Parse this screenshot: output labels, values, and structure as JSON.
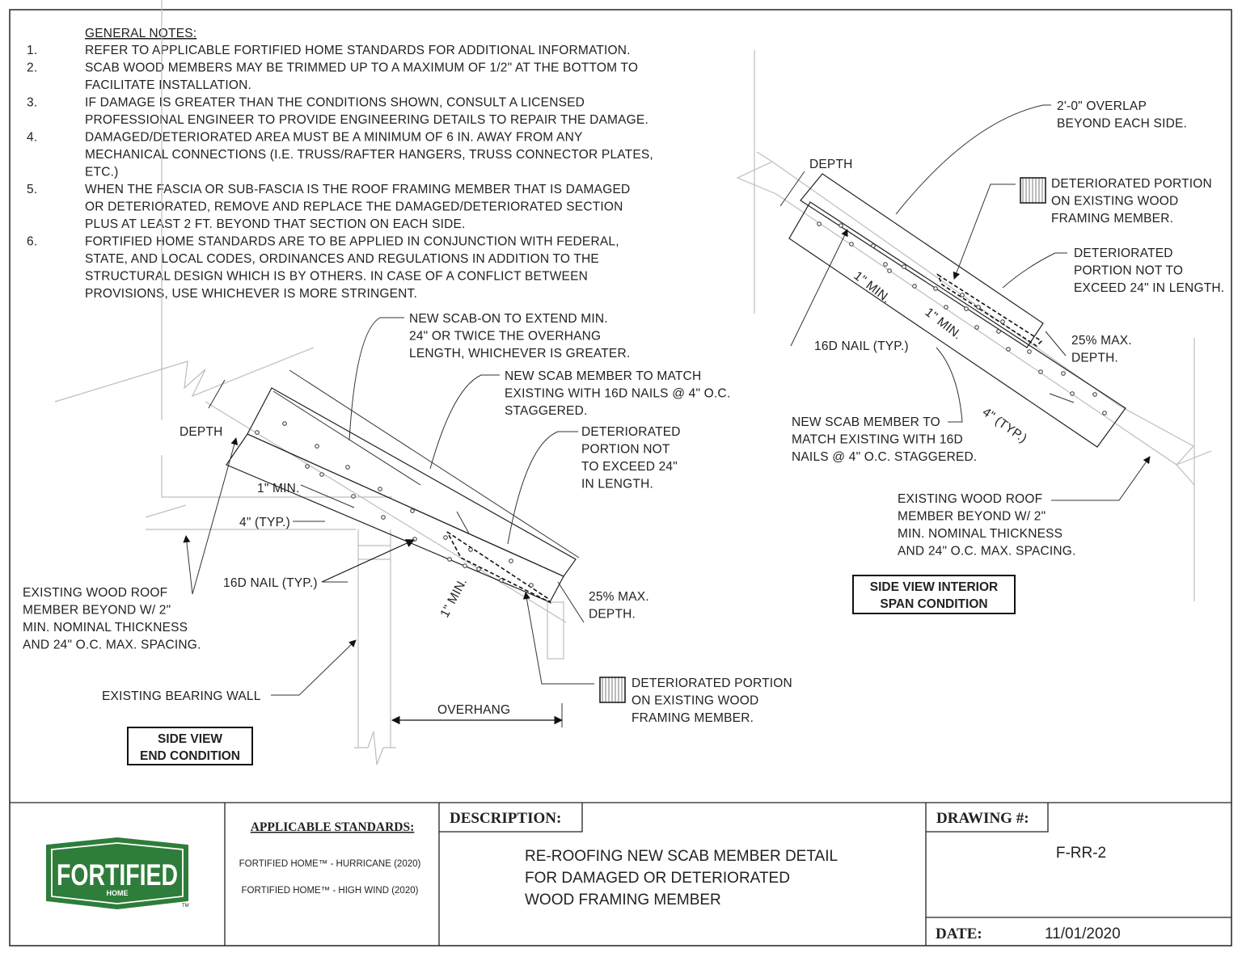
{
  "notes": {
    "title": "GENERAL NOTES:",
    "items": [
      {
        "num": "1.",
        "lines": [
          "REFER TO APPLICABLE FORTIFIED HOME STANDARDS FOR ADDITIONAL INFORMATION."
        ]
      },
      {
        "num": "2.",
        "lines": [
          "SCAB WOOD MEMBERS MAY BE TRIMMED UP TO A MAXIMUM OF 1/2\" AT THE BOTTOM TO",
          "FACILITATE INSTALLATION."
        ]
      },
      {
        "num": "3.",
        "lines": [
          "IF DAMAGE IS GREATER THAN THE CONDITIONS SHOWN, CONSULT A LICENSED",
          "PROFESSIONAL ENGINEER TO PROVIDE ENGINEERING DETAILS TO REPAIR THE DAMAGE."
        ]
      },
      {
        "num": "4.",
        "lines": [
          "DAMAGED/DETERIORATED AREA MUST BE A MINIMUM OF 6 IN. AWAY FROM ANY",
          "MECHANICAL CONNECTIONS (I.E. TRUSS/RAFTER HANGERS, TRUSS CONNECTOR PLATES,",
          "ETC.)"
        ]
      },
      {
        "num": "5.",
        "lines": [
          "WHEN THE FASCIA OR SUB-FASCIA IS THE ROOF FRAMING MEMBER THAT IS DAMAGED",
          "OR DETERIORATED, REMOVE AND REPLACE THE DAMAGED/DETERIORATED SECTION",
          "PLUS AT LEAST 2 FT. BEYOND THAT SECTION ON EACH SIDE."
        ]
      },
      {
        "num": "6.",
        "lines": [
          "FORTIFIED HOME STANDARDS ARE TO BE APPLIED IN CONJUNCTION WITH FEDERAL,",
          "STATE, AND LOCAL CODES, ORDINANCES AND REGULATIONS IN ADDITION TO THE",
          "STRUCTURAL DESIGN WHICH IS BY OTHERS. IN CASE OF A CONFLICT BETWEEN",
          "PROVISIONS, USE WHICHEVER IS MORE STRINGENT."
        ]
      }
    ]
  },
  "end_view": {
    "title": [
      "SIDE VIEW",
      "END CONDITION"
    ],
    "depth": "DEPTH",
    "new_scab_on": [
      "NEW SCAB-ON TO EXTEND MIN.",
      "24\" OR TWICE THE OVERHANG",
      "LENGTH, WHICHEVER IS GREATER."
    ],
    "new_scab_member": [
      "NEW SCAB MEMBER TO MATCH",
      "EXISTING WITH 16D NAILS @ 4\" O.C.",
      "STAGGERED."
    ],
    "deteriorated_portion": [
      "DETERIORATED",
      "PORTION NOT",
      "TO EXCEED 24\"",
      "IN LENGTH."
    ],
    "one_min_a": "1\" MIN.",
    "four_typ": "4\" (TYP.)",
    "nail_typ": "16D NAIL (TYP.)",
    "one_min_b": "1\" MIN.",
    "max_depth": [
      "25% MAX.",
      "DEPTH."
    ],
    "existing_member": [
      "EXISTING WOOD ROOF",
      "MEMBER BEYOND W/ 2\"",
      "MIN. NOMINAL THICKNESS",
      "AND 24\" O.C. MAX. SPACING."
    ],
    "bearing_wall": "EXISTING BEARING WALL",
    "overhang": "OVERHANG",
    "legend": [
      "DETERIORATED PORTION",
      "ON EXISTING WOOD",
      "FRAMING MEMBER."
    ]
  },
  "interior_view": {
    "title": [
      "SIDE VIEW INTERIOR",
      "SPAN CONDITION"
    ],
    "overlap": [
      "2'-0\" OVERLAP",
      "BEYOND EACH SIDE."
    ],
    "depth": "DEPTH",
    "legend": [
      "DETERIORATED PORTION",
      "ON EXISTING WOOD",
      "FRAMING MEMBER."
    ],
    "deteriorated_portion": [
      "DETERIORATED",
      "PORTION NOT TO",
      "EXCEED 24\" IN LENGTH."
    ],
    "one_min_a": "1\" MIN.",
    "one_min_b": "1\" MIN.",
    "max_depth": [
      "25% MAX.",
      "DEPTH."
    ],
    "nail_typ": "16D NAIL (TYP.)",
    "four_typ": "4\" (TYP.)",
    "new_scab_member": [
      "NEW SCAB MEMBER TO",
      "MATCH EXISTING WITH 16D",
      "NAILS @ 4\" O.C. STAGGERED."
    ],
    "existing_member": [
      "EXISTING WOOD ROOF",
      "MEMBER BEYOND W/ 2\"",
      "MIN. NOMINAL THICKNESS",
      "AND 24\" O.C. MAX. SPACING."
    ]
  },
  "title_block": {
    "logo": {
      "word": "FORTIFIED",
      "sub": "HOME",
      "tm": "TM",
      "color": "#2e7d3a"
    },
    "standards_heading": "APPLICABLE STANDARDS:",
    "standards": [
      "FORTIFIED HOME™ - HURRICANE (2020)",
      "FORTIFIED HOME™ - HIGH WIND (2020)"
    ],
    "description_label": "DESCRIPTION:",
    "description": [
      "RE-ROOFING NEW SCAB MEMBER DETAIL",
      "FOR DAMAGED OR DETERIORATED",
      "WOOD FRAMING MEMBER"
    ],
    "drawing_label": "DRAWING #:",
    "drawing_number": "F-RR-2",
    "date_label": "DATE:",
    "date": "11/01/2020"
  }
}
